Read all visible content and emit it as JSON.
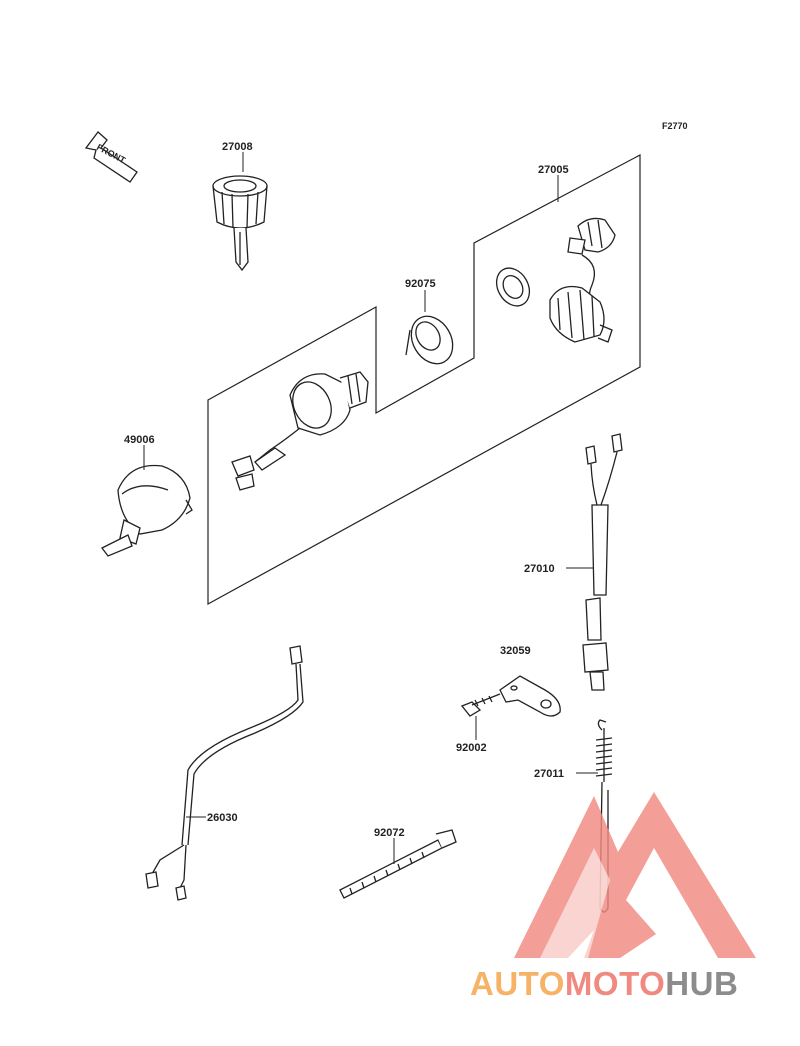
{
  "figure_ref": "F2770",
  "direction_arrow": "FRONT",
  "parts": [
    {
      "number": "27008"
    },
    {
      "number": "27005"
    },
    {
      "number": "92075"
    },
    {
      "number": "49006"
    },
    {
      "number": "27010"
    },
    {
      "number": "32059"
    },
    {
      "number": "92002"
    },
    {
      "number": "27011"
    },
    {
      "number": "26030"
    },
    {
      "number": "92072"
    }
  ],
  "watermark": {
    "part1": "AUTO",
    "part2": "MOTO",
    "part3": "HUB",
    "colors": {
      "auto": "#f6b266",
      "moto": "#f08a80",
      "hub": "#8c8c8c",
      "triangle": "#f08a80"
    }
  }
}
